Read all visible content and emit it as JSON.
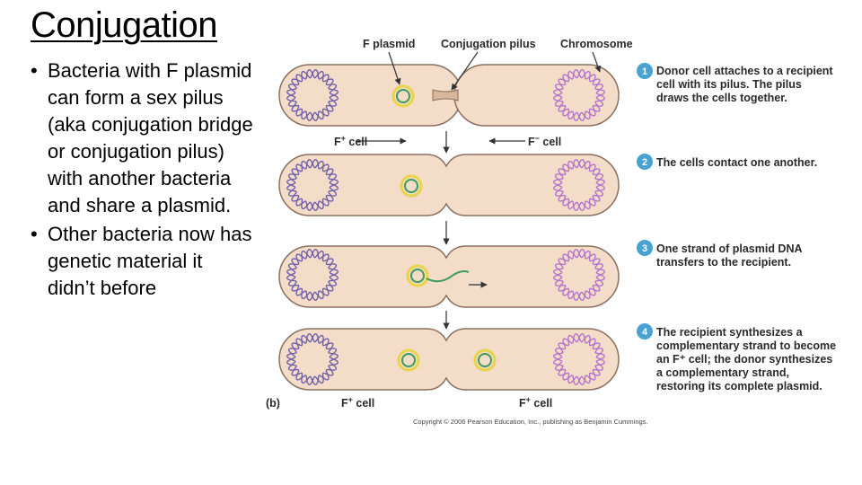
{
  "slide": {
    "title": "Conjugation",
    "bullets": [
      "Bacteria with F plasmid can form a sex pilus (aka conjugation bridge or conjugation pilus) with another bacteria and share a plasmid.",
      "Other bacteria now has genetic material it didn’t before"
    ]
  },
  "figure": {
    "labels": {
      "f_plasmid": "F plasmid",
      "conjugation_pilus": "Conjugation pilus",
      "chromosome": "Chromosome",
      "f_plus_cell_top_prefix": "F",
      "f_plus_cell_top_sup": "+",
      "f_plus_cell_top_suffix": " cell",
      "f_minus_cell_prefix": "F",
      "f_minus_cell_sup": "−",
      "f_minus_cell_suffix": " cell",
      "panel": "(b)",
      "f_plus_bottom_left_prefix": "F",
      "f_plus_bottom_left_sup": "+",
      "f_plus_bottom_left_suffix": " cell",
      "f_plus_bottom_right_prefix": "F",
      "f_plus_bottom_right_sup": "+",
      "f_plus_bottom_right_suffix": " cell"
    },
    "steps": [
      {
        "number": "1",
        "lines": [
          "Donor cell attaches to a recipient",
          "cell with its pilus. The pilus",
          "draws the cells together."
        ]
      },
      {
        "number": "2",
        "lines": [
          "The cells contact one another."
        ]
      },
      {
        "number": "3",
        "lines": [
          "One strand of plasmid DNA",
          "transfers to the recipient."
        ]
      },
      {
        "number": "4",
        "lines": [
          "The recipient synthesizes a",
          "complementary strand to become",
          "an F⁺ cell; the donor synthesizes",
          "a complementary strand,",
          "restoring its complete plasmid."
        ]
      }
    ],
    "copyright": "Copyright © 2006 Pearson Education, Inc., publishing as Benjamin Cummings.",
    "colors": {
      "cell_fill": "#f3dcc8",
      "cell_stroke": "#8a7060",
      "donor_chromosome": "#6a5aa8",
      "recipient_chromosome": "#b070c8",
      "plasmid_outer": "#e8d44a",
      "plasmid_inner": "#3c9a5a",
      "step_badge": "#4aa2d2"
    }
  }
}
